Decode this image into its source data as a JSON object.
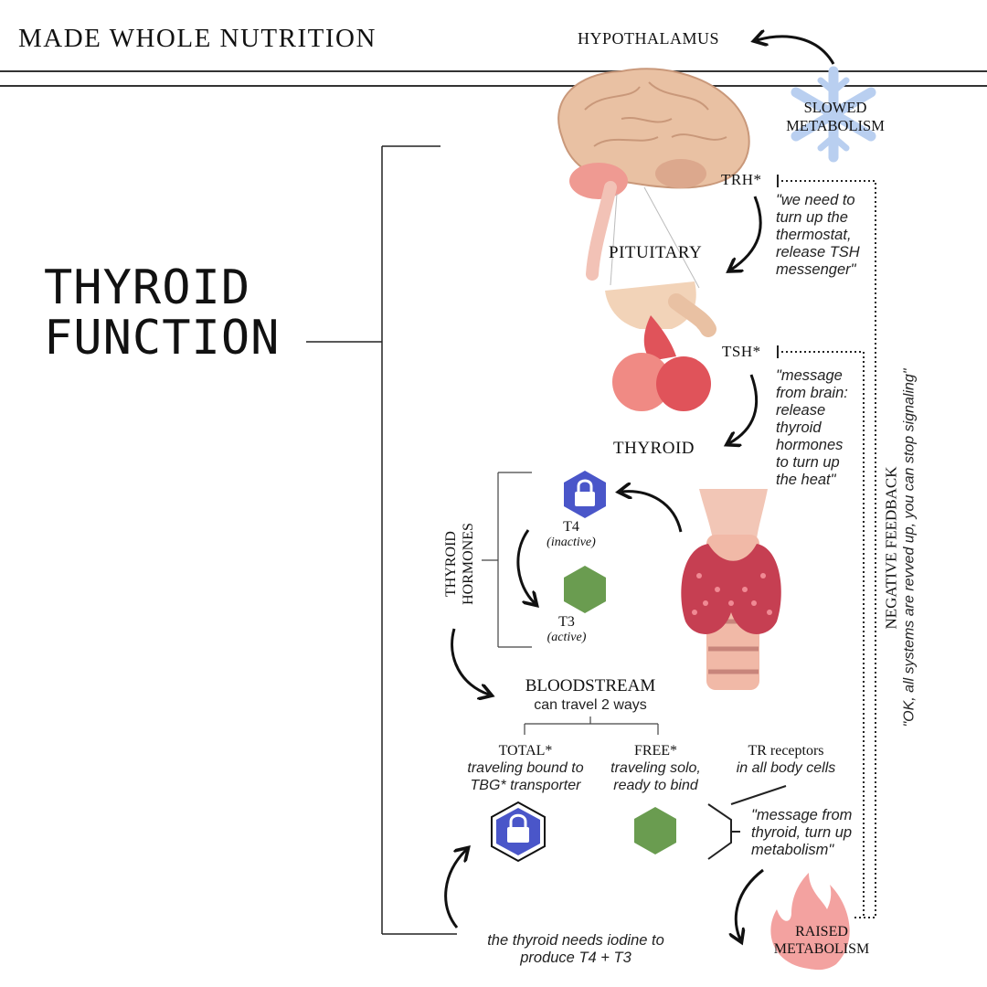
{
  "header": {
    "brand": "MADE WHOLE NUTRITION"
  },
  "title": {
    "line1": "THYROID",
    "line2": "FUNCTION"
  },
  "labels": {
    "hypothalamus": "HYPOTHALAMUS",
    "slowed_1": "SLOWED",
    "slowed_2": "METABOLISM",
    "trh": "TRH*",
    "pituitary": "PITUITARY",
    "tsh": "TSH*",
    "thyroid": "THYROID",
    "thyroid_hormones_1": "THYROID",
    "thyroid_hormones_2": "HORMONES",
    "t4": "T4",
    "t4_state": "(inactive)",
    "t3": "T3",
    "t3_state": "(active)",
    "bloodstream": "BLOODSTREAM",
    "bloodstream_sub": "can travel 2 ways",
    "total": "TOTAL*",
    "total_desc_1": "traveling bound to",
    "total_desc_2": "TBG* transporter",
    "free": "FREE*",
    "free_desc_1": "traveling solo,",
    "free_desc_2": "ready to bind",
    "tr_receptors": "TR receptors",
    "tr_receptors_sub": "in all body cells",
    "raised_1": "RAISED",
    "raised_2": "METABOLISM",
    "negative_feedback": "NEGATIVE FEEDBACK",
    "negative_feedback_quote": "\"OK, all systems are revved up, you can stop signaling\""
  },
  "notes": {
    "trh_note": [
      "\"we need to",
      "turn up the",
      "thermostat,",
      "release TSH",
      "messenger\""
    ],
    "tsh_note": [
      "\"message",
      "from brain:",
      "release",
      "thyroid",
      "hormones",
      "to turn up",
      "the heat\""
    ],
    "thyroid_note": [
      "\"message from",
      "thyroid, turn up",
      "metabolism\""
    ],
    "iodine_1": "the thyroid needs iodine to",
    "iodine_2": "produce T4 + T3"
  },
  "colors": {
    "t4_lock": "#4a56c9",
    "t3_free": "#6a9c50",
    "brain": "#e9c1a3",
    "thyroid_gland": "#c63f52",
    "snowflake": "#b9cff0",
    "flame": "#f3a2a0"
  }
}
